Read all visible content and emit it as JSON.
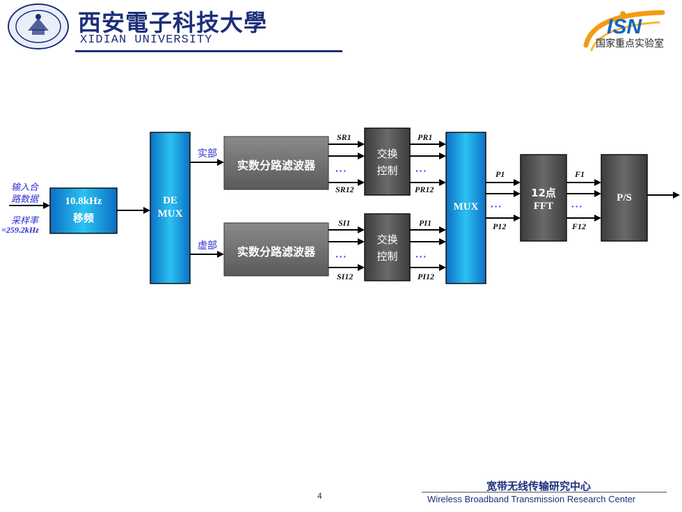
{
  "header": {
    "university_cn": "西安電子科技大學",
    "university_en": "XIDIAN UNIVERSITY",
    "lab_logo_text": "ISN",
    "lab_name": "国家重点实验室"
  },
  "diagram": {
    "input_labels": [
      "输入合",
      "路数据"
    ],
    "rate_labels": [
      "采样率",
      "=259.2kHz"
    ],
    "shift_block": [
      "10.8kHz",
      "移频"
    ],
    "demux_block": [
      "DE",
      "MUX"
    ],
    "real_branch": "实部",
    "imag_branch": "虚部",
    "filter_top": "实数分路滤波器",
    "filter_bottom": "实数分路滤波器",
    "switch_top": [
      "交换",
      "控制"
    ],
    "switch_bottom": [
      "交换",
      "控制"
    ],
    "dots": "···",
    "signals": {
      "sr1": "SR1",
      "sr12": "SR12",
      "pr1": "PR1",
      "pr12": "PR12",
      "si1": "SI1",
      "si12": "SI12",
      "pi1": "PI1",
      "pi12": "PI12",
      "p1": "P1",
      "p12": "P12",
      "f1": "F1",
      "f12": "F12"
    },
    "mux_block": "MUX",
    "fft_block": [
      "12点",
      "FFT"
    ],
    "ps_block": "P/S"
  },
  "footer": {
    "center_cn": "宽带无线传输研究中心",
    "center_en": "Wireless Broadband Transmission Research Center",
    "page_number": "4"
  },
  "colors": {
    "cyan_block": "#1aa6e8",
    "gray_block": "#6e6e6e",
    "navy": "#1c2f7a",
    "dots_blue": "#2e39e8",
    "isn_orange": "#f39c12",
    "isn_blue": "#1565c0"
  }
}
